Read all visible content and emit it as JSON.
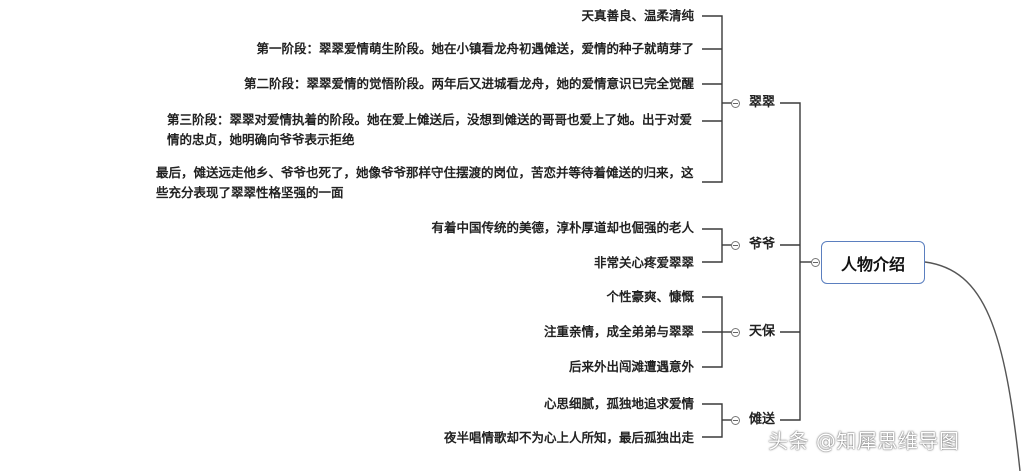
{
  "root": {
    "label": "人物介绍"
  },
  "branches": [
    {
      "label": "翠翠",
      "items": [
        "天真善良、温柔清纯",
        "第一阶段：翠翠爱情萌生阶段。她在小镇看龙舟初遇傩送，爱情的种子就萌芽了",
        "第二阶段：翠翠爱情的觉悟阶段。两年后又进城看龙舟，她的爱情意识已完全觉醒",
        "第三阶段：翠翠对爱情执着的阶段。她在爱上傩送后，没想到傩送的哥哥也爱上了她。出于对爱情的忠贞，她明确向爷爷表示拒绝",
        "最后，傩送远走他乡、爷爷也死了，她像爷爷那样守住摆渡的岗位，苦恋并等待着傩送的归来，这些充分表现了翠翠性格坚强的一面"
      ]
    },
    {
      "label": "爷爷",
      "items": [
        "有着中国传统的美德，淳朴厚道却也倔强的老人",
        "非常关心疼爱翠翠"
      ]
    },
    {
      "label": "天保",
      "items": [
        "个性豪爽、慷慨",
        "注重亲情，成全弟弟与翠翠",
        "后来外出闯滩遭遇意外"
      ]
    },
    {
      "label": "傩送",
      "items": [
        "心思细腻，孤独地追求爱情",
        "夜半唱情歌却不为心上人所知，最后孤独出走"
      ]
    }
  ],
  "watermark": "头条 @知犀思维导图",
  "colors": {
    "line": "#3a3a3a",
    "root_border": "#5b7fbf",
    "curve": "#555555"
  }
}
